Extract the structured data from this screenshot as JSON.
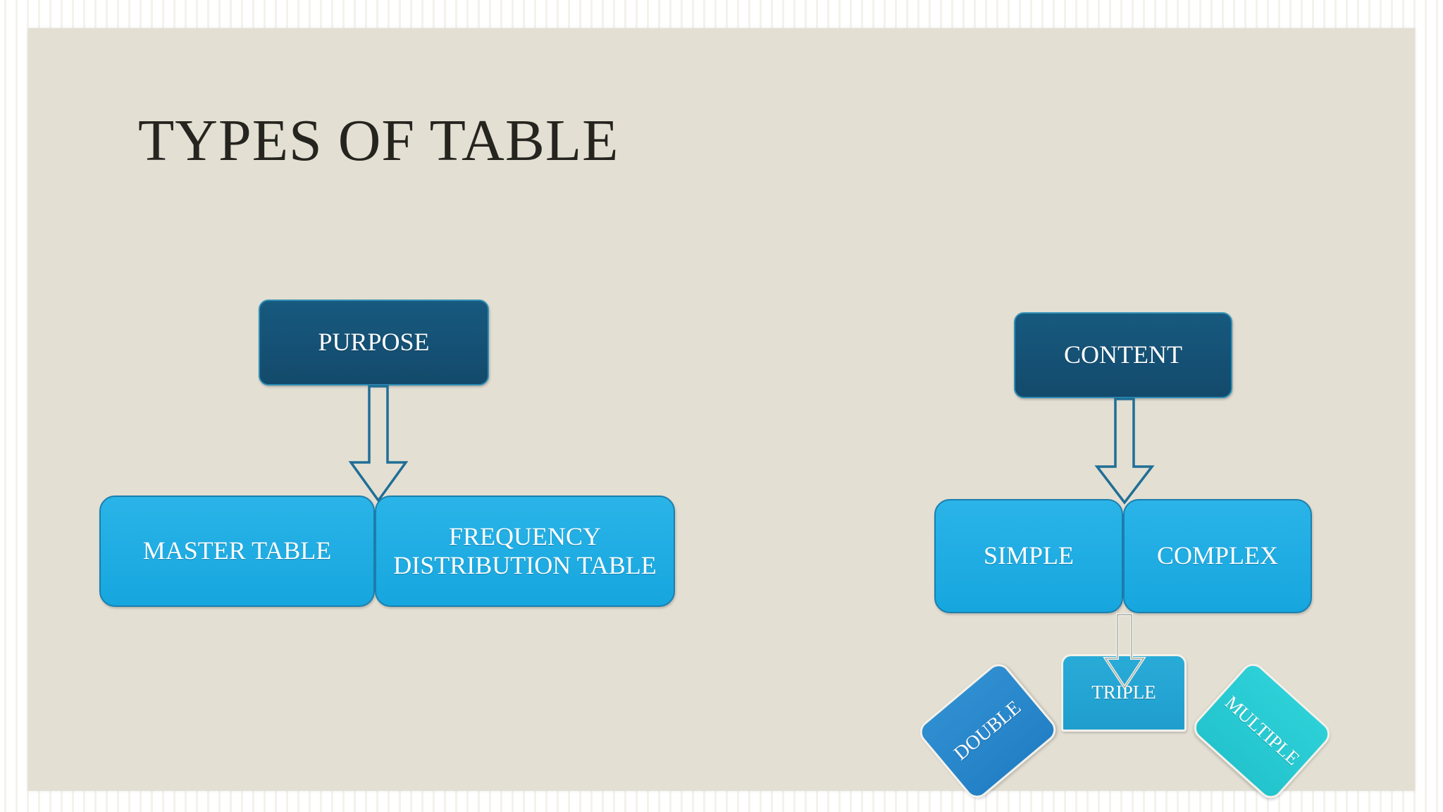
{
  "slide": {
    "title": "TYPES OF TABLE",
    "background_color": "#e3dfd3",
    "frame_color": "#ffffff"
  },
  "colors": {
    "title_text": "#26241f",
    "node_dark": "#16597e",
    "node_dark_border": "#2f8fb5",
    "node_bright": "#1fb0e6",
    "node_bright_border": "#1b7fae",
    "node_triple": "#26a9d6",
    "node_double": "#2a86cb",
    "node_multiple": "#28c9d2",
    "arrow_stroke": "#1f6e96",
    "arrow_stroke_light": "#f3f1ea",
    "node_text": "#ffffff"
  },
  "diagram": {
    "type": "hierarchy",
    "branches": [
      {
        "name": "purpose-branch",
        "root": {
          "label": "PURPOSE",
          "style": "dark"
        },
        "children": [
          {
            "label": "MASTER TABLE",
            "style": "bright"
          },
          {
            "label": "FREQUENCY DISTRIBUTION TABLE",
            "style": "bright"
          }
        ]
      },
      {
        "name": "content-branch",
        "root": {
          "label": "CONTENT",
          "style": "dark"
        },
        "children": [
          {
            "label": "SIMPLE",
            "style": "bright"
          },
          {
            "label": "COMPLEX",
            "style": "bright"
          }
        ],
        "grandchildren": [
          {
            "label": "DOUBLE",
            "style": "double",
            "rotation": -40
          },
          {
            "label": "TRIPLE",
            "style": "triple",
            "rotation": 0
          },
          {
            "label": "MULTIPLE",
            "style": "multiple",
            "rotation": 42
          }
        ]
      }
    ],
    "connectors": [
      {
        "name": "purpose-to-tables",
        "icon": "down-arrow-icon"
      },
      {
        "name": "content-to-types",
        "icon": "down-arrow-icon"
      },
      {
        "name": "complex-to-triple",
        "icon": "down-arrow-icon"
      }
    ]
  },
  "nodes": {
    "purpose": "PURPOSE",
    "master_table": "MASTER TABLE",
    "frequency_distribution_table": "FREQUENCY DISTRIBUTION TABLE",
    "content": "CONTENT",
    "simple": "SIMPLE",
    "complex": "COMPLEX",
    "double": "DOUBLE",
    "triple": "TRIPLE",
    "multiple": "MULTIPLE"
  }
}
